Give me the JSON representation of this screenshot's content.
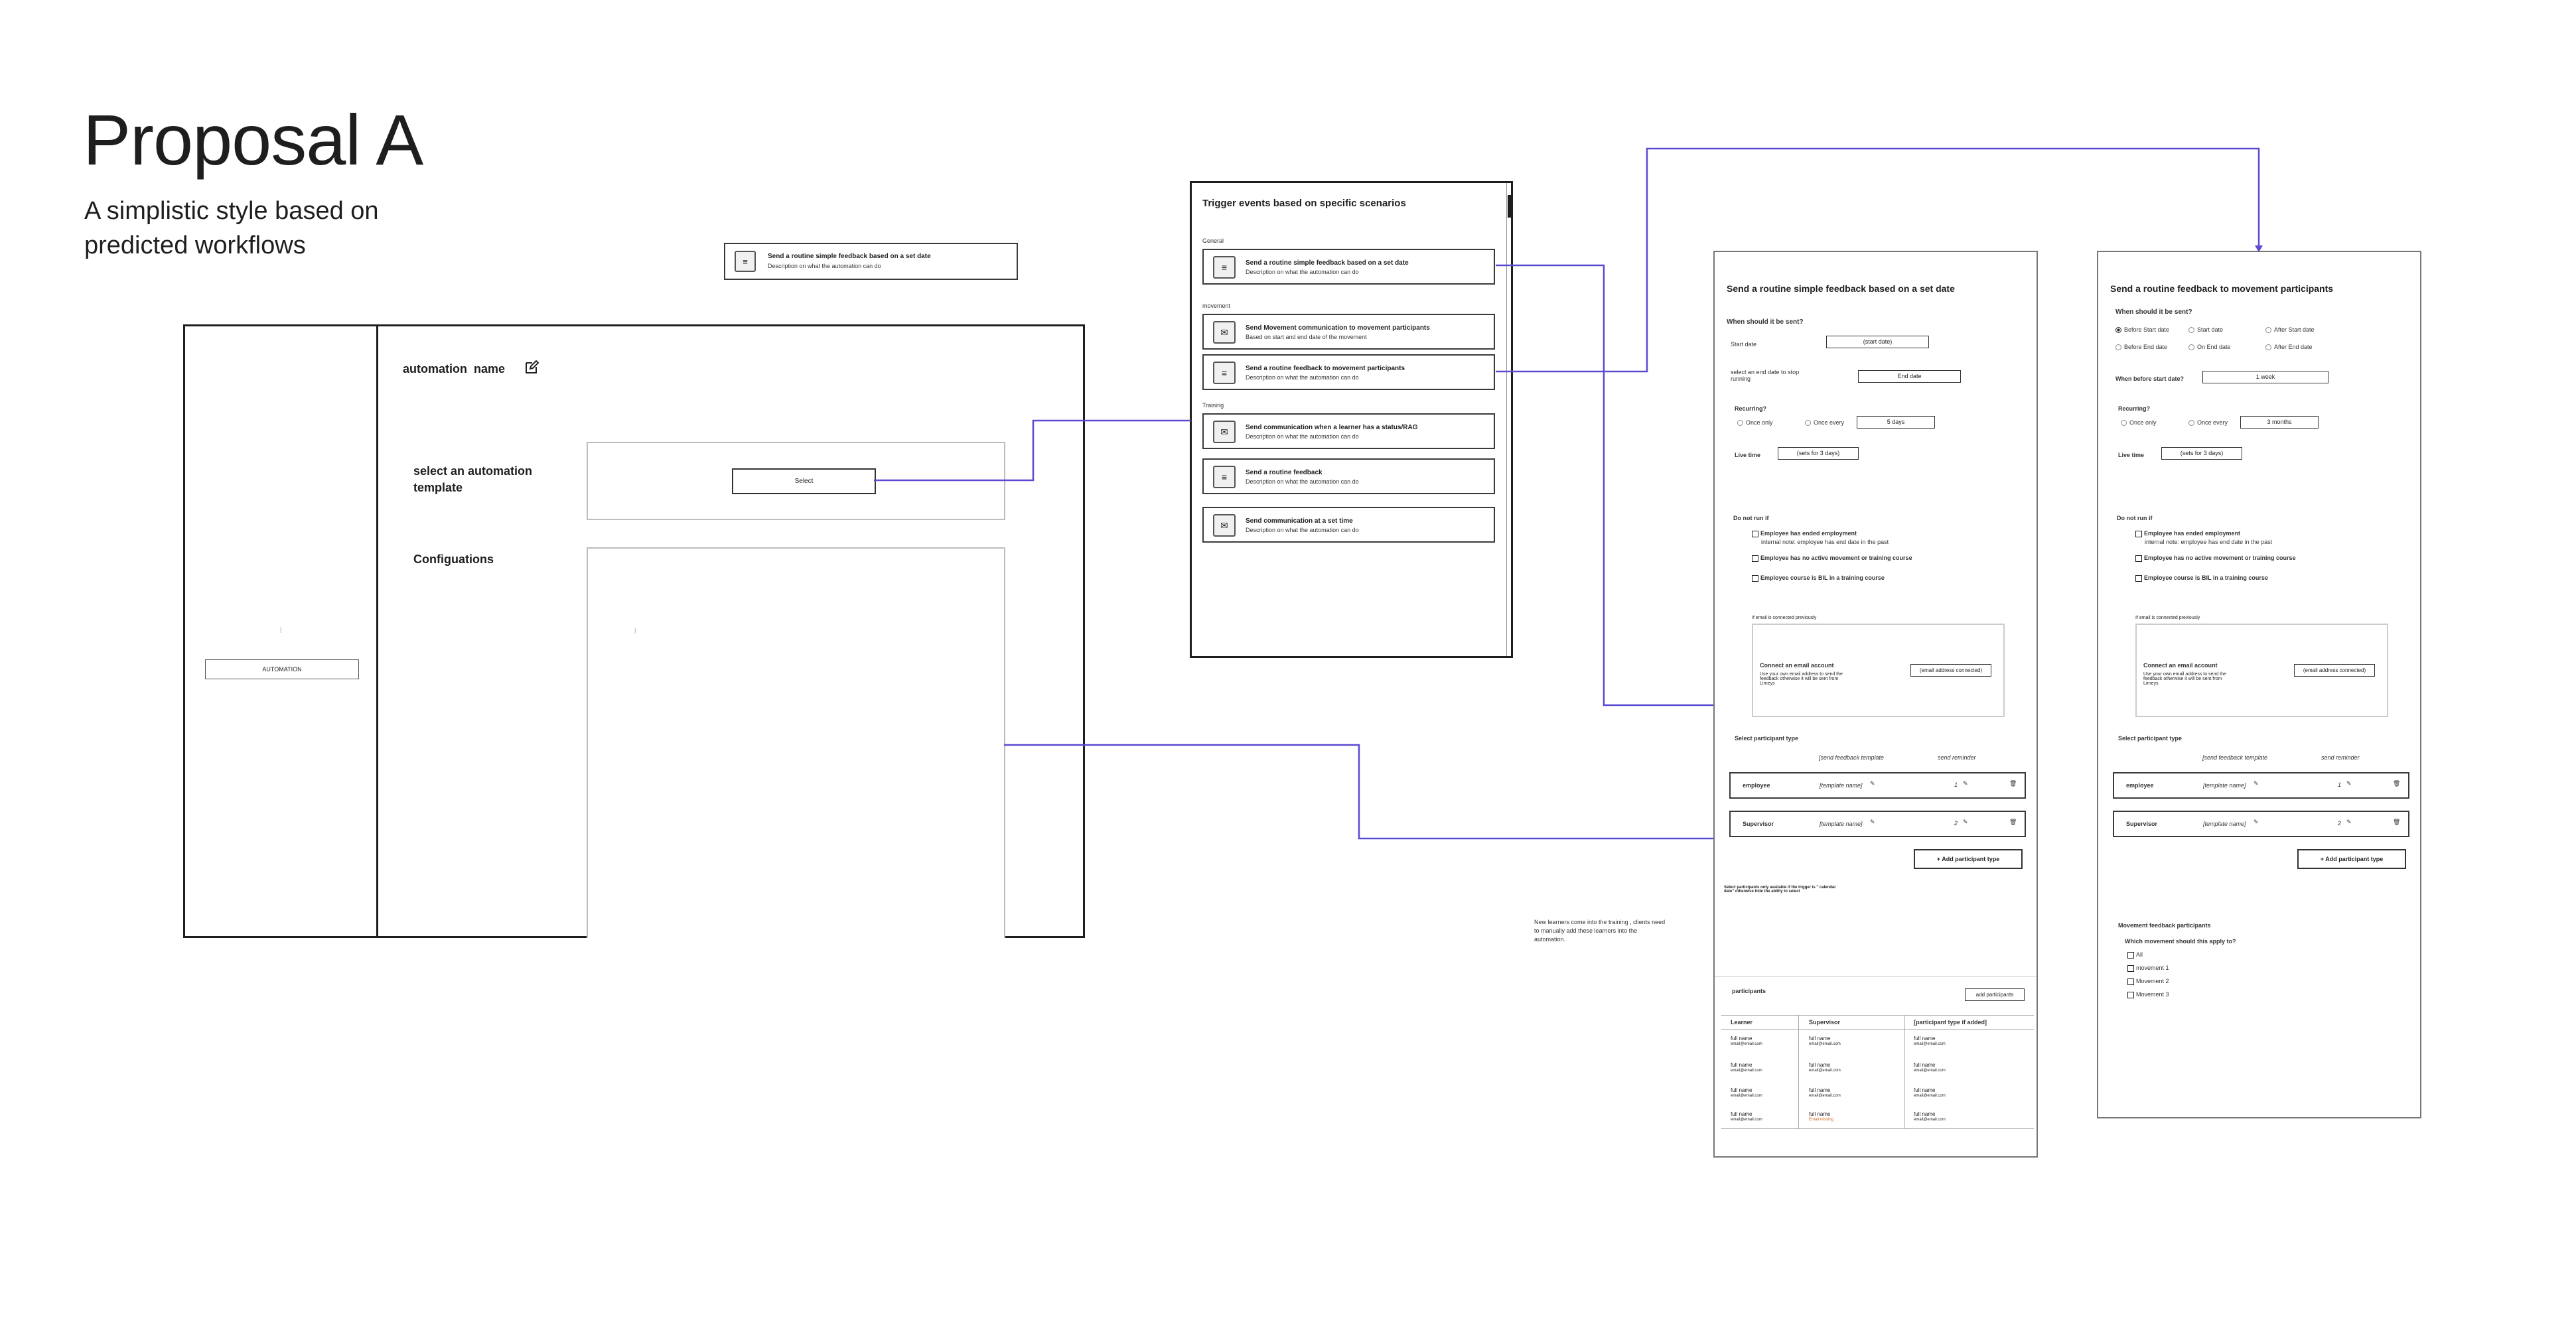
{
  "header": {
    "title": "Proposal A",
    "subtitle": "A simplistic style based on predicted workflows"
  },
  "floating_card": {
    "title": "Send a routine simple feedback based on a set date",
    "desc": "Description on what the automation can do"
  },
  "main_panel": {
    "sidebar_button": "AUTOMATION",
    "sidebar_dot": "|",
    "automation_name": "automation  name",
    "select_label": "select an automation template",
    "select_button": "Select",
    "config_label": "Configuations",
    "config_dot": "|"
  },
  "trigger_panel": {
    "title": "Trigger events based on specific scenarios",
    "groups": [
      {
        "label": "General",
        "items": [
          {
            "title": "Send a routine simple feedback based on a set date",
            "desc": "Description on what the automation can do",
            "icon": "bars-icon"
          }
        ]
      },
      {
        "label": "movement",
        "items": [
          {
            "title": "Send Movement communication to movement participants",
            "desc": "Based on start and end date of the movement",
            "icon": "envelope-icon"
          },
          {
            "title": "Send a routine feedback to movement participants",
            "desc": "Description on what the automation can do",
            "icon": "bars-icon"
          }
        ]
      },
      {
        "label": "Training",
        "items": [
          {
            "title": "Send communication when a learner has a status/RAG",
            "desc": "Description on what the automation can do",
            "icon": "envelope-icon"
          },
          {
            "title": "Send a routine feedback",
            "desc": "Description on what the automation can do",
            "icon": "bars-icon"
          },
          {
            "title": "Send communication at a set time",
            "desc": "Description on what the automation can do",
            "icon": "envelope-icon"
          }
        ]
      }
    ]
  },
  "form_a": {
    "title": "Send a routine simple feedback based on a set date",
    "when_label": "When should it be sent?",
    "start_label": "Start date",
    "start_value": "(start date)",
    "end_label": "select an end date to stop running",
    "end_value": "End date",
    "recurring_label": "Recurring?",
    "once_only": "Once only",
    "once_every": "Once every",
    "every_value": "5 days",
    "live_label": "Live time",
    "live_value": "(sets for 3 days)",
    "donot_label": "Do not run if",
    "check1": "Employee has ended employment",
    "check1_note": "internal note: employee has end date in the past",
    "check2": "Employee has no active movement or training course",
    "check3": "Employee course is BIL in a training course",
    "email_note": "If email is connected previously",
    "email_title": "Connect an email account",
    "email_desc": "Use your own email address to send the feedback otherwise it will be sent from Lirneys",
    "email_value": "(email address connected)",
    "ptype_label": "Select participant type",
    "col_template": "[send feedback template",
    "col_reminder": "send reminder",
    "rows": [
      {
        "name": "employee",
        "template": "[template name]",
        "num": "1"
      },
      {
        "name": "Supervisor",
        "template": "[template name]",
        "num": "2"
      }
    ],
    "add_button": "+ Add participant type",
    "note_small": "Select participants only available if the trigger is \" calendar date\" otherwise hide the ability to select",
    "participants_label": "participants",
    "add_participants": "add participants",
    "table_headers": [
      "Learner",
      "Supervisor",
      "[participant type if added]"
    ],
    "table_rows": [
      [
        "full name",
        "full name",
        "full name"
      ],
      [
        "full name",
        "full name",
        "full name"
      ],
      [
        "full name",
        "full name",
        "full name"
      ],
      [
        "full name",
        "full name",
        "full name"
      ]
    ],
    "email_sub": "email@email.com",
    "email_missing": "Email missing"
  },
  "side_note": "New learners come into the training , clients need to manually add these learners into the automation.",
  "form_b": {
    "title": "Send a routine feedback to movement participants",
    "when_label": "When should it be sent?",
    "options": [
      "Before Start date",
      "Start date",
      "After Start date",
      "Before End date",
      "On End date",
      "After End date"
    ],
    "before_label": "When before start date?",
    "before_value": "1 week",
    "recurring_label": "Recurring?",
    "once_only": "Once only",
    "once_every": "Once every",
    "every_value": "3 months",
    "live_label": "Live time",
    "live_value": "(sets for 3 days)",
    "donot_label": "Do not run if",
    "check1": "Employee has ended employment",
    "check1_note": "internal note: employee has end date in the past",
    "check2": "Employee has no active movement or training course",
    "check3": "Employee course is BIL in a training course",
    "email_note": "If email is connected previously",
    "email_title": "Connect an email account",
    "email_desc": "Use your own email address to send the feedback otherwise it will be sent from Lirneys",
    "email_value": "(email address connected)",
    "ptype_label": "Select participant type",
    "col_template": "[send feedback template",
    "col_reminder": "send reminder",
    "rows": [
      {
        "name": "employee",
        "template": "[template name]",
        "num": "1"
      },
      {
        "name": "Supervisor",
        "template": "[template name]",
        "num": "2"
      }
    ],
    "add_button": "+ Add participant type",
    "movement_label": "Movement feedback participants",
    "movement_q": "Which movement should this apply to?",
    "movements": [
      "All",
      "movement 1",
      "Movement 2",
      "Movement 3"
    ]
  },
  "colors": {
    "wire": "#5a4ad1",
    "ink": "#1e1e1e",
    "warn": "#d4631c"
  }
}
